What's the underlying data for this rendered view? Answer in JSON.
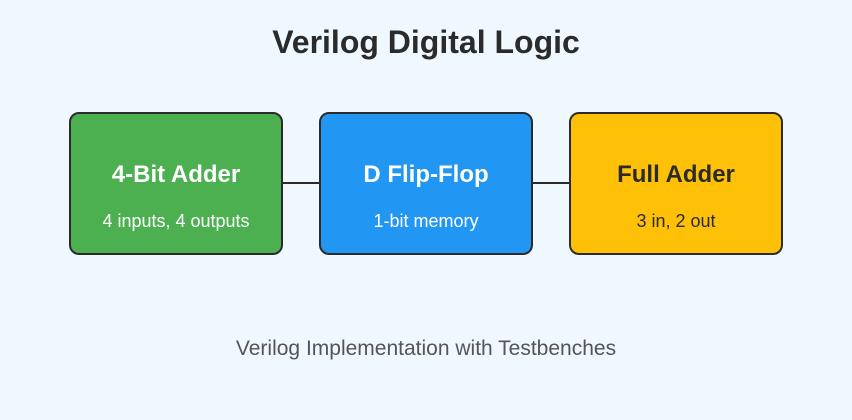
{
  "title": "Verilog Digital Logic",
  "blocks": [
    {
      "title": "4-Bit Adder",
      "subtitle": "4 inputs, 4 outputs",
      "color": "#4caf50"
    },
    {
      "title": "D Flip-Flop",
      "subtitle": "1-bit memory",
      "color": "#2196f3"
    },
    {
      "title": "Full Adder",
      "subtitle": "3 in, 2 out",
      "color": "#ffc107"
    }
  ],
  "caption": "Verilog Implementation with Testbenches",
  "colors": {
    "background": "#f0f8ff",
    "stroke": "#2b2b2b",
    "caption": "#555555"
  }
}
